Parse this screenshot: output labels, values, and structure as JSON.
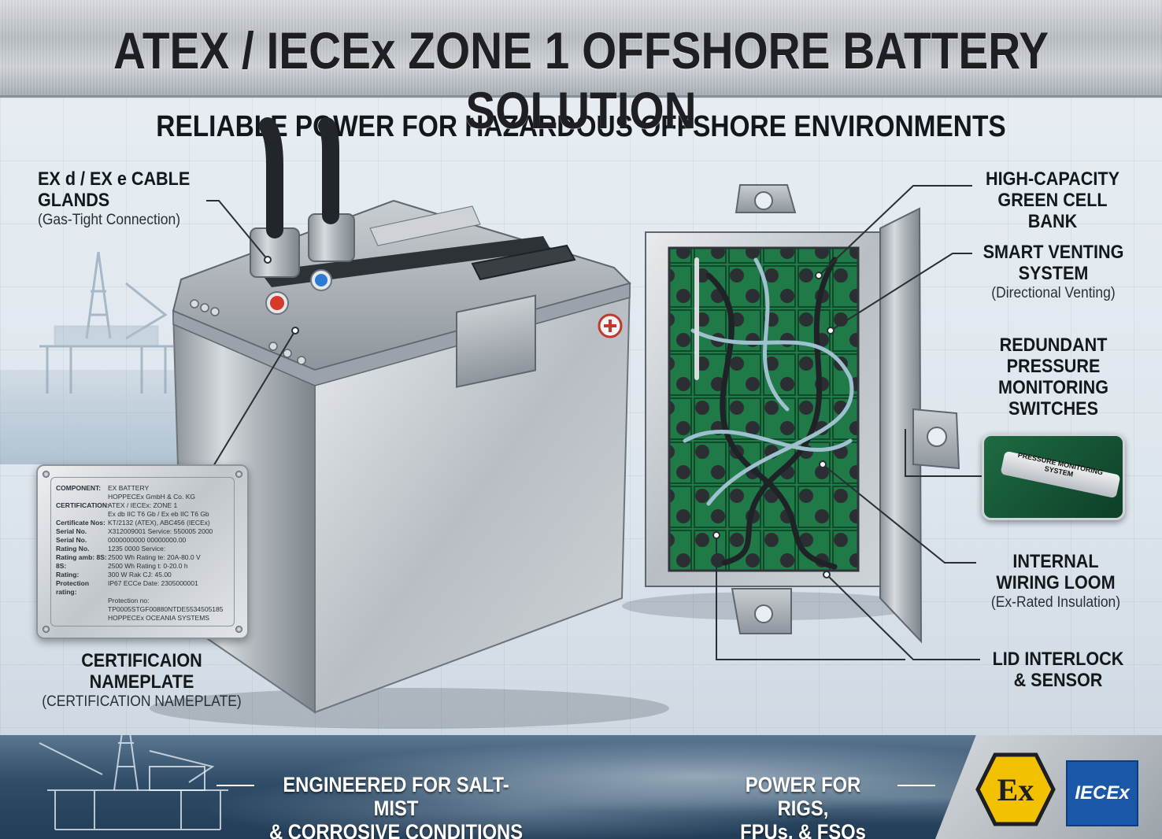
{
  "header": {
    "title": "ATEX / IECEx ZONE 1 OFFSHORE BATTERY SOLUTION",
    "subtitle": "RELIABLE POWER FOR HAZARDOUS OFFSHORE ENVIRONMENTS"
  },
  "callouts": {
    "cable_glands": {
      "title": "EX d / EX e CABLE GLANDS",
      "sub": "(Gas-Tight Connection)"
    },
    "nameplate": {
      "title": "CERTIFICAION NAMEPLATE",
      "sub": "(CERTIFICATION NAMEPLATE)"
    },
    "cell_bank": {
      "title1": "HIGH-CAPACITY",
      "title2": "GREEN CELL BANK"
    },
    "venting": {
      "title1": "SMART VENTING",
      "title2": "SYSTEM",
      "sub": "(Directional Venting)"
    },
    "pressure": {
      "title1": "REDUNDANT",
      "title2": "PRESSURE",
      "title3": "MONITORING",
      "title4": "SWITCHES"
    },
    "wiring": {
      "title1": "INTERNAL",
      "title2": "WIRING LOOM",
      "sub": "(Ex-Rated Insulation)"
    },
    "interlock": {
      "title1": "LID INTERLOCK",
      "title2": "& SENSOR"
    }
  },
  "inset": {
    "label1": "PRESSURE MONITORING",
    "label2": "SYSTEM"
  },
  "nameplate_plate": {
    "rows": [
      {
        "k": "COMPONENT:",
        "v": "EX BATTERY"
      },
      {
        "k": "",
        "v": "HOPPECEx GmbH & Co. KG"
      },
      {
        "k": "CERTIFICATION:",
        "v": "ATEX / IECEx: ZONE 1"
      },
      {
        "k": "",
        "v": "Ex db IIC T6 Gb / Ex eb IIC T6 Gb"
      },
      {
        "k": "Certificate Nos:",
        "v": "KT/2132 (ATEX), ABC456 (IECEx)"
      },
      {
        "k": "Serial No.",
        "v": "X312009001    Service: 550005 2000"
      },
      {
        "k": "Serial No.",
        "v": "0000000000    00000000.00"
      },
      {
        "k": "Rating No.",
        "v": "1235 0000    Service:"
      },
      {
        "k": "Rating amb: 8S:",
        "v": "2500 Wh    Rating te: 20A-80.0 V"
      },
      {
        "k": "8S:",
        "v": "2500 Wh    Rating t: 0-20.0 h"
      },
      {
        "k": "Rating:",
        "v": "300 W    Rak CJ: 45.00"
      },
      {
        "k": "Protection rating:",
        "v": "IP67 ECCe    Date: 2305000001"
      },
      {
        "k": "",
        "v": "Protection no: TP0005STGF00880NTDE5534505185"
      },
      {
        "k": "",
        "v": "HOPPECEx OCEANIA SYSTEMS"
      }
    ]
  },
  "footer": {
    "left_line1": "ENGINEERED FOR SALT-MIST",
    "left_line2": "& CORROSIVE CONDITIONS",
    "right_line1": "POWER FOR RIGS,",
    "right_line2": "FPUs, & FSOs",
    "ex_logo": "Ex",
    "iecex_logo": "IECEx"
  },
  "colors": {
    "cell_green": "#1e7a47",
    "steel": "#b9bec3",
    "atex_yellow": "#f2c200",
    "iecex_blue": "#1a57a8"
  }
}
